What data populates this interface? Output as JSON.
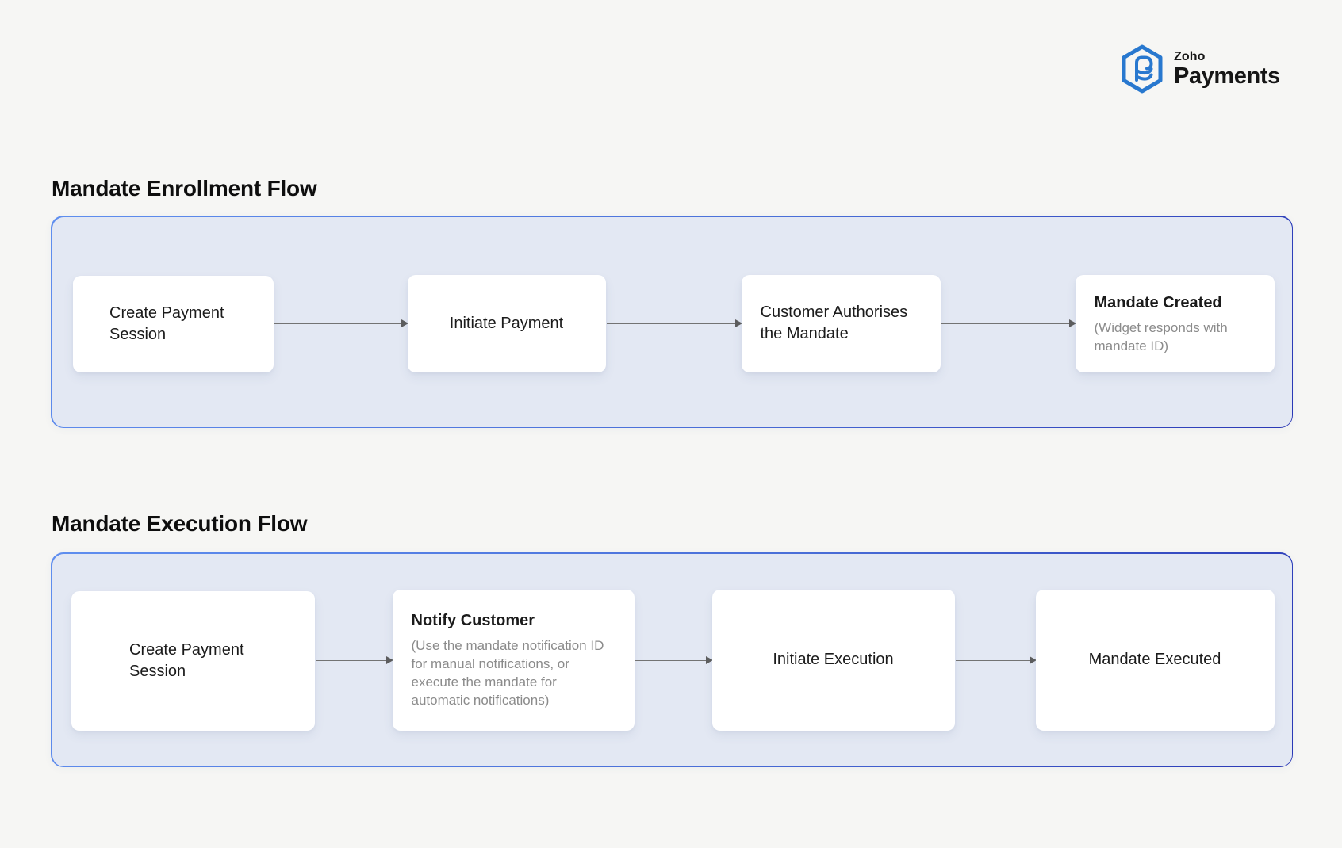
{
  "logo": {
    "brand": "Zoho",
    "product": "Payments",
    "icon": "zoho-payments-hexagon-icon",
    "icon_color": "#2878cf"
  },
  "colors": {
    "page_bg": "#f6f6f4",
    "container_bg": "#e3e8f3",
    "container_border_start": "#5f8eef",
    "container_border_end": "#2a38b5",
    "step_bg": "#ffffff",
    "title_text": "#1b1b1b",
    "subtitle_text": "#8b8b8b",
    "arrow": "#737373"
  },
  "sections": [
    {
      "title": "Mandate Enrollment Flow",
      "steps": [
        {
          "title": "Create Payment Session"
        },
        {
          "title": "Initiate Payment"
        },
        {
          "title": "Customer Authorises the Mandate"
        },
        {
          "title": "Mandate Created",
          "subtitle": "(Widget responds with mandate ID)"
        }
      ]
    },
    {
      "title": "Mandate Execution Flow",
      "steps": [
        {
          "title": "Create Payment Session"
        },
        {
          "title": "Notify Customer",
          "subtitle": "(Use the mandate notification ID for manual notifications, or execute the mandate for automatic notifications)"
        },
        {
          "title": "Initiate Execution"
        },
        {
          "title": "Mandate Executed"
        }
      ]
    }
  ]
}
